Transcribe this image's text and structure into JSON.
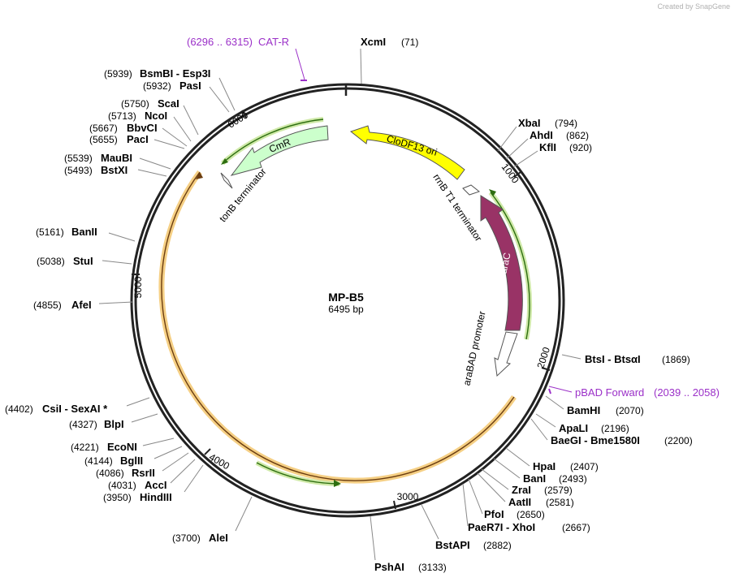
{
  "credit": "Created by SnapGene",
  "plasmid": {
    "name": "MP-B5",
    "length": "6495 bp"
  },
  "ticks": [
    "1000",
    "2000",
    "3000",
    "4000",
    "5000",
    "6000"
  ],
  "sites": [
    {
      "name": "XcmI",
      "pos": "(71)"
    },
    {
      "name": "XbaI",
      "pos": "(794)"
    },
    {
      "name": "AhdI",
      "pos": "(862)"
    },
    {
      "name": "KflI",
      "pos": "(920)"
    },
    {
      "name": "BtsI - BtsαI",
      "pos": "(1869)"
    },
    {
      "name": "BamHI",
      "pos": "(2070)"
    },
    {
      "name": "ApaLI",
      "pos": "(2196)"
    },
    {
      "name": "BaeGI - Bme1580I",
      "pos": "(2200)"
    },
    {
      "name": "HpaI",
      "pos": "(2407)"
    },
    {
      "name": "BanI",
      "pos": "(2493)"
    },
    {
      "name": "ZraI",
      "pos": "(2579)"
    },
    {
      "name": "AatII",
      "pos": "(2581)"
    },
    {
      "name": "PfoI",
      "pos": "(2650)"
    },
    {
      "name": "PaeR7I - XhoI",
      "pos": "(2667)"
    },
    {
      "name": "BstAPI",
      "pos": "(2882)"
    },
    {
      "name": "PshAI",
      "pos": "(3133)"
    },
    {
      "name": "AleI",
      "pos": "(3700)"
    },
    {
      "name": "HindIII",
      "pos": "(3950)"
    },
    {
      "name": "AccI",
      "pos": "(4031)"
    },
    {
      "name": "RsrII",
      "pos": "(4086)"
    },
    {
      "name": "BglII",
      "pos": "(4144)"
    },
    {
      "name": "EcoNI",
      "pos": "(4221)"
    },
    {
      "name": "BlpI",
      "pos": "(4327)"
    },
    {
      "name": "CsiI - SexAI *",
      "pos": "(4402)"
    },
    {
      "name": "AfeI",
      "pos": "(4855)"
    },
    {
      "name": "StuI",
      "pos": "(5038)"
    },
    {
      "name": "BanII",
      "pos": "(5161)"
    },
    {
      "name": "BstXI",
      "pos": "(5493)"
    },
    {
      "name": "MauBI",
      "pos": "(5539)"
    },
    {
      "name": "PacI",
      "pos": "(5655)"
    },
    {
      "name": "BbvCI",
      "pos": "(5667)"
    },
    {
      "name": "NcoI",
      "pos": "(5713)"
    },
    {
      "name": "ScaI",
      "pos": "(5750)"
    },
    {
      "name": "PasI",
      "pos": "(5932)"
    },
    {
      "name": "BsmBI - Esp3I",
      "pos": "(5939)"
    }
  ],
  "primers": [
    {
      "name": "CAT-R",
      "range": "(6296 .. 6315)"
    },
    {
      "name": "pBAD Forward",
      "range": "(2039 .. 2058)"
    }
  ],
  "features": [
    {
      "name": "CloDF13 ori",
      "color": "#ffff00"
    },
    {
      "name": "araC",
      "color": "#993366"
    },
    {
      "name": "araBAD promoter",
      "color": "#ffffff"
    },
    {
      "name": "rrnB T1 terminator",
      "color": "#ffffff"
    },
    {
      "name": "CmR",
      "color": "#ccffcc"
    },
    {
      "name": "tonB terminator",
      "color": "#ffffff"
    }
  ],
  "colors": {
    "primer": "#9b30c8",
    "orf_outline": "#f0c070",
    "orf_green": "#44aa22",
    "orf_dark": "#7a4a1a"
  }
}
